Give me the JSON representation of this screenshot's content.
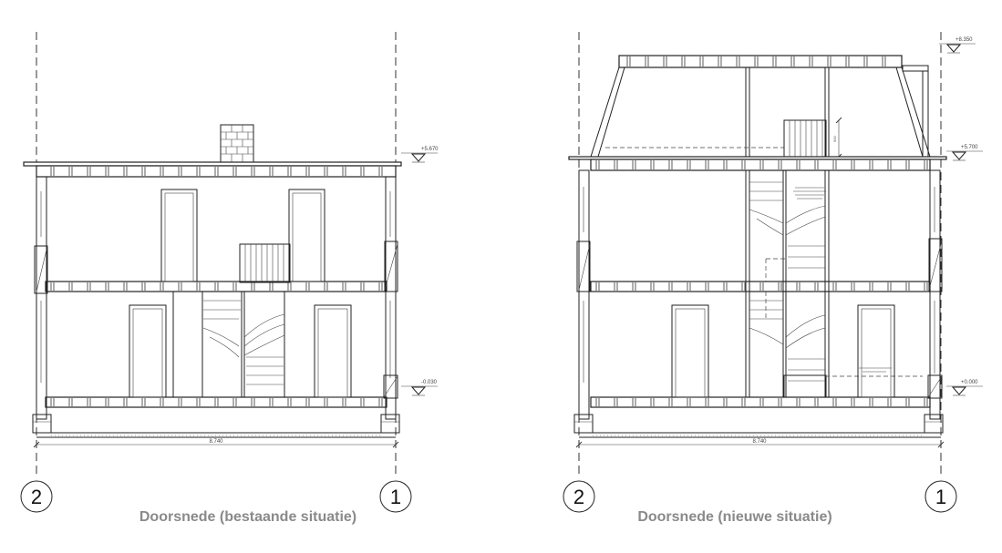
{
  "drawings": [
    {
      "id": "existing",
      "caption": "Doorsnede (bestaande situatie)",
      "axis_left": "2",
      "axis_right": "1",
      "level_top": "+5.670",
      "level_ground": "-0.030",
      "width_dim": "8.740"
    },
    {
      "id": "new",
      "caption": "Doorsnede (nieuwe situatie)",
      "axis_left": "2",
      "axis_right": "1",
      "level_ridge": "+8.350",
      "level_top": "+5.700",
      "level_ground": "+0.000",
      "width_dim": "8.740",
      "dim_900": "900"
    }
  ]
}
